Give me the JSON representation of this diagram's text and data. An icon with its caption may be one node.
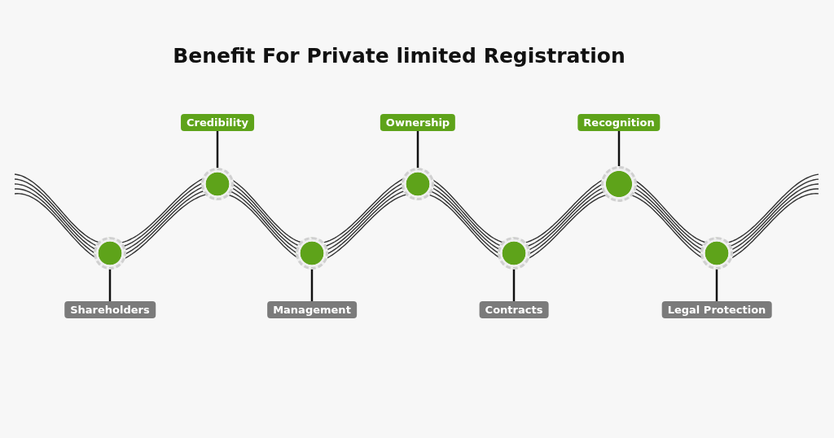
{
  "diagram": {
    "title": "Benefit For Private limited Registration",
    "nodes": [
      {
        "text": [],
        "shape": "circle"
      },
      {
        "text": [
          "Shareholders"
        ]
      },
      {
        "text": [],
        "shape": "circle"
      },
      {
        "text": [
          "Credibility"
        ]
      },
      {
        "text": [],
        "shape": "circle"
      },
      {
        "text": [
          "Management"
        ]
      },
      {
        "text": [],
        "shape": "circle"
      },
      {
        "text": [
          "Ownership"
        ]
      },
      {
        "text": [],
        "shape": "circle"
      },
      {
        "text": [
          "Contracts"
        ]
      },
      {
        "text": [],
        "shape": "circle"
      },
      {
        "text": [
          "Recognition"
        ]
      },
      {
        "text": [],
        "shape": "circle"
      },
      {
        "text": [
          "Legal Protection"
        ]
      }
    ],
    "edges": [
      {
        "from": 1,
        "to": 0,
        "arrow": "none"
      },
      {
        "from": 3,
        "to": 2,
        "arrow": "none"
      },
      {
        "from": 5,
        "to": 4,
        "arrow": "none"
      },
      {
        "from": 7,
        "to": 6,
        "arrow": "none"
      },
      {
        "from": 9,
        "to": 8,
        "arrow": "none"
      },
      {
        "from": 11,
        "to": 10,
        "arrow": "none"
      },
      {
        "from": 13,
        "to": 12,
        "arrow": "none"
      }
    ]
  }
}
